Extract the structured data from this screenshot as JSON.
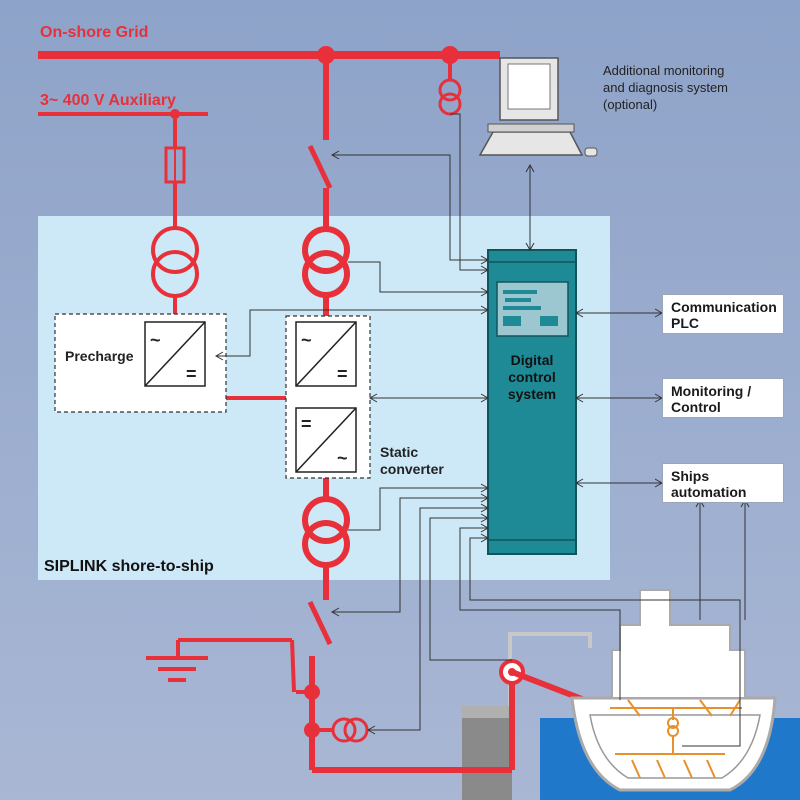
{
  "labels": {
    "grid": "On-shore Grid",
    "aux": "3~ 400 V Auxiliary",
    "monitor_line1": "Additional monitoring",
    "monitor_line2": "and diagnosis system",
    "monitor_line3": "(optional)",
    "precharge": "Precharge",
    "dcs_line1": "Digital",
    "dcs_line2": "control",
    "dcs_line3": "system",
    "static_line1": "Static",
    "static_line2": "converter",
    "siplink": "SIPLINK shore-to-ship",
    "comm_line1": "Communication",
    "comm_line2": "PLC",
    "mon_line1": "Monitoring /",
    "mon_line2": "Control",
    "ships_line1": "Ships",
    "ships_line2": "automation"
  },
  "symbols": {
    "ac": "~",
    "dc": "="
  },
  "colors": {
    "power": "#e8303a",
    "panel": "#cde9f7",
    "cabinet": "#1e8a95",
    "ship": "#e8902a",
    "sea": "#1f78c9"
  }
}
